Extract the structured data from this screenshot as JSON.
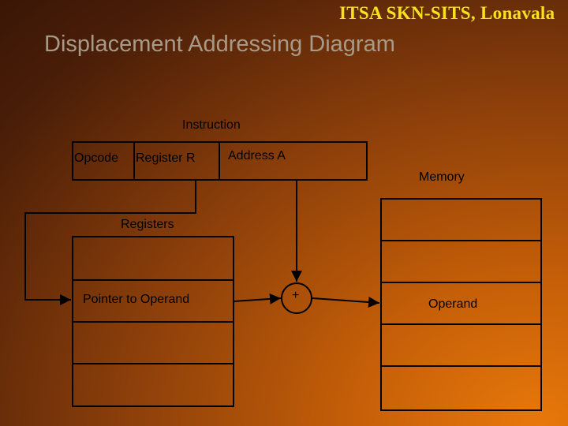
{
  "header": {
    "brand": "ITSA SKN-SITS, Lonavala",
    "title": "Displacement Addressing Diagram"
  },
  "diagram": {
    "instruction_label": "Instruction",
    "fields": {
      "opcode": "Opcode",
      "register": "Register R",
      "address": "Address A"
    },
    "memory_label": "Memory",
    "registers_label": "Registers",
    "register_pointer": "Pointer to Operand",
    "adder_symbol": "+",
    "memory_operand": "Operand"
  }
}
